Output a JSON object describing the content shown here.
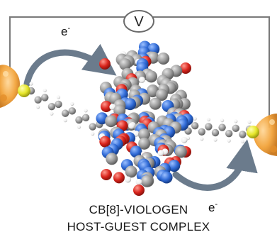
{
  "title_line1": "CB[8]-VIOLOGEN",
  "title_line2": "HOST-GUEST COMPLEX",
  "voltmeter_label": "V",
  "electron_left": {
    "base": "e",
    "sup": "-"
  },
  "electron_right": {
    "base": "e",
    "sup": "-"
  },
  "colors": {
    "carbon": "#9a9a9a",
    "nitrogen": "#2f6ad6",
    "oxygen": "#d9241c",
    "hydrogen": "#f2f2f2",
    "sulfur": "#e6e62a",
    "electrode": "#f2a33a",
    "wire": "#777777",
    "arrow": "#6b7b8c"
  }
}
